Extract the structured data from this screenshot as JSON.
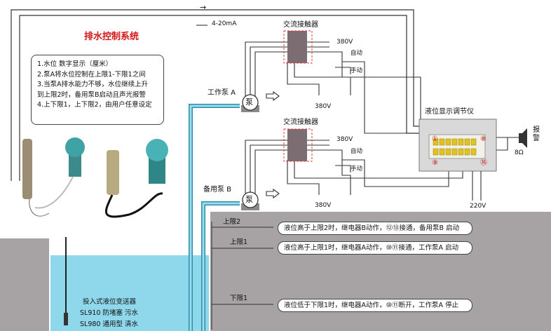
{
  "title": "排水控制系统",
  "signal": {
    "arrow": "→",
    "label": "4-20mA"
  },
  "notes": [
    "1.水位 数字显示（厘米）",
    "2.泵A将水位控制在上限1-下限1之间",
    "3.当泵A排水能力不够，水位继续上升",
    "  到上限2时，备用泵B启动且声光报警",
    "4.上下限1，上下限2，由用户任意设定"
  ],
  "contactor_label": "交流接触器",
  "voltage_380": "380V",
  "auto_label": "自动",
  "manual_label": "手动",
  "pump_a_label": "工作泵 A",
  "pump_b_label": "备用泵 B",
  "pump_char": "泵",
  "display_label": "液位显示调节仪",
  "alarm_label": "报警",
  "ohm_label": "8Ω",
  "power_label": "220V",
  "terminals": {
    "t1": "①",
    "t8": "⑧",
    "t9": "⑨",
    "t16": "⑯"
  },
  "levels": [
    "上限2",
    "上限1",
    "下限1"
  ],
  "conditions": [
    "液位高于上限2时，继电器B动作，⑫⑬接通，备用泵B 启动",
    "液位高于上限1时，继电器A动作，⑩⑪接通，工作泵A 启动",
    "液位低于下限1时，继电器A动作，⑩⑪断开，工作泵A 停止"
  ],
  "sensor_text": [
    "投入式液位变送器",
    "SL910 防堵塞 污水",
    "SL980 通用型 清水"
  ]
}
